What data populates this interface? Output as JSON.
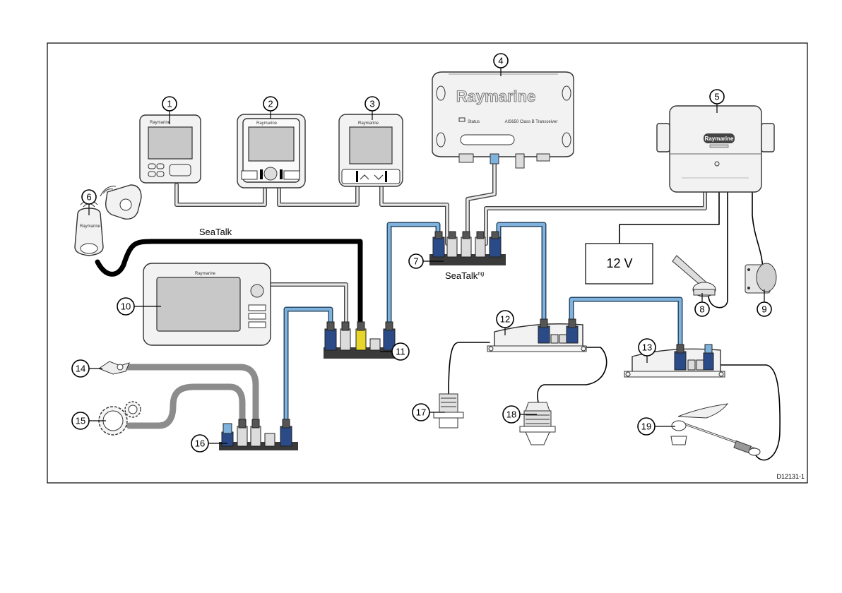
{
  "callouts": [
    "1",
    "2",
    "3",
    "4",
    "5",
    "6",
    "7",
    "8",
    "9",
    "10",
    "11",
    "12",
    "13",
    "14",
    "15",
    "16",
    "17",
    "18",
    "19"
  ],
  "labels": {
    "seatalk": "SeaTalk",
    "seatalkng_base": "SeaTalk",
    "seatalkng_sup": "ng",
    "power": "12 V",
    "figure_id": "D12131-1",
    "brand": "Raymarine",
    "ais_model": "AIS650 Class B Transceiver",
    "ais_status": "Status"
  },
  "colors": {
    "seatalkng_cable": "#7fb2dc",
    "seatalkng_connector": "#2a4a88",
    "seatalk_connector": "#e6d52a",
    "grey_cable": "#8c8c8c"
  }
}
